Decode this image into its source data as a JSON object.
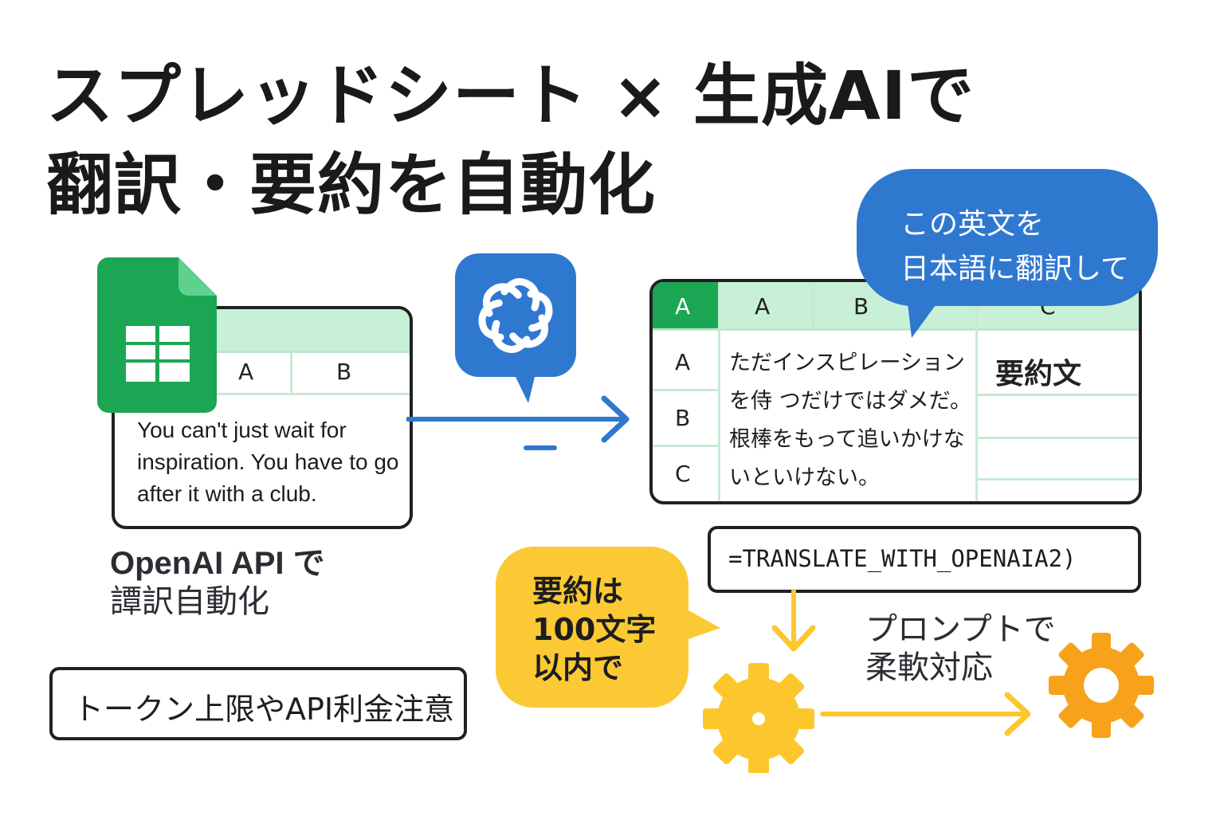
{
  "title": {
    "line1": "スプレッドシート × 生成AIで",
    "line2": "翻訳・要約を自動化"
  },
  "left_sheet": {
    "col_a": "A",
    "col_b": "B",
    "text": "You can't just wait for inspiration. You have to go after it with a club."
  },
  "left_caption": {
    "line1": "OpenAI API で",
    "line2": "譚訳自動化"
  },
  "token_box": "トークン上限やAPI利金注意",
  "right_table": {
    "corner": "A",
    "col1": "A",
    "col2": "B",
    "col3": "C",
    "rows": [
      "A",
      "B",
      "C"
    ],
    "jp_text": "ただインスピレーションを侍 つだけではダメだ。根棒をもって追いかけないといけない。",
    "summary_header": "要約文"
  },
  "blue_bubble": {
    "line1": "この英文を",
    "line2": "日本語に翻訳して"
  },
  "formula": "=TRANSLATE_WITH_OPENAIA2)",
  "yellow_bubble": {
    "line1": "要約は",
    "line2": "100文字",
    "line3": "以内で"
  },
  "prompt_note": {
    "line1": "プロンプトで",
    "line2": "柔軟対応"
  },
  "icons": [
    "google-sheets-icon",
    "openai-logo-icon",
    "gear-icon"
  ],
  "colors": {
    "sheets_green": "#1aa653",
    "light_green": "#c8f0d6",
    "openai_blue": "#2f78d0",
    "bubble_yellow": "#fbc933",
    "gear_yellow": "#fcc72d",
    "gear_orange": "#f8a21b"
  }
}
